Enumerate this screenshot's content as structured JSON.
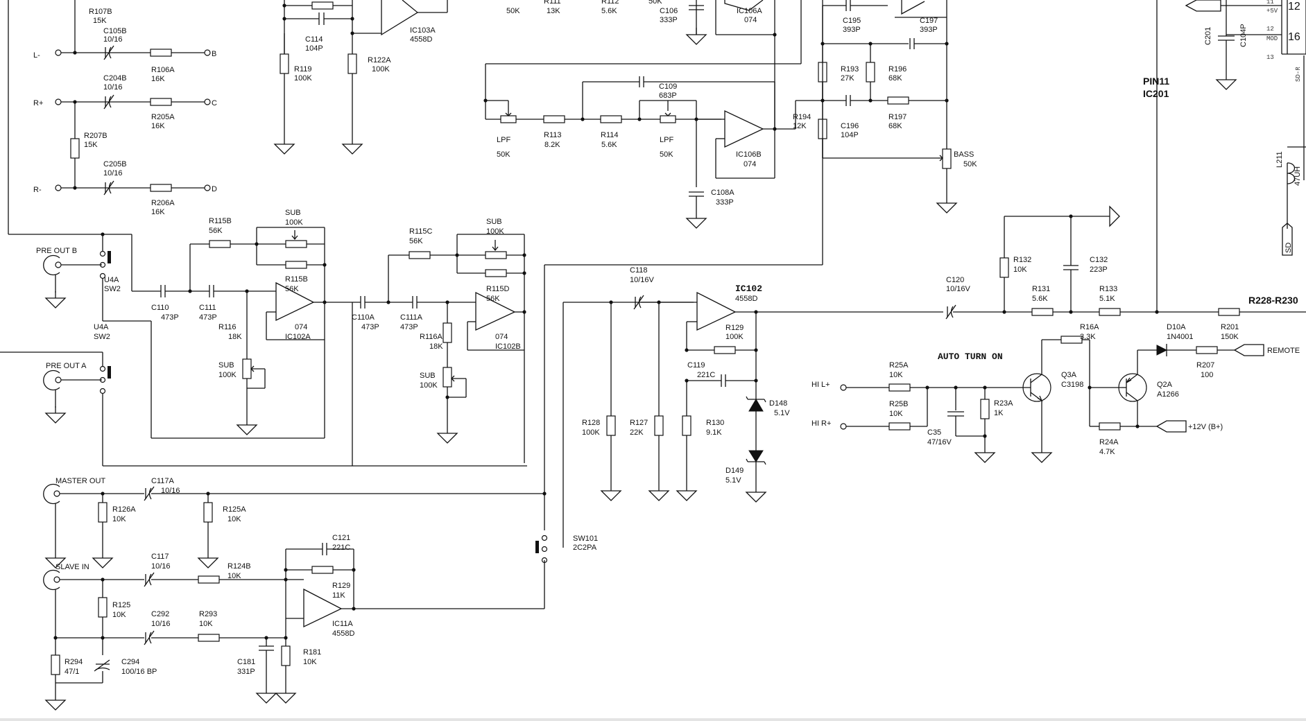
{
  "labels": {
    "l_minus": "L-",
    "r_plus": "R+",
    "r_minus": "R-",
    "out_b": "B",
    "out_c": "C",
    "out_d": "D",
    "r107b": "R107B",
    "r107b_val": "15K",
    "c105b": "C105B",
    "c105b_val": "10/16",
    "r106a": "R106A",
    "r106a_val": "16K",
    "c204b": "C204B",
    "c204b_val": "10/16",
    "r205a": "R205A",
    "r205a_val": "16K",
    "r207b": "R207B",
    "r207b_val": "15K",
    "c205b": "C205B",
    "c205b_val": "10/16",
    "r206a": "R206A",
    "r206a_val": "16K",
    "c114": "C114",
    "c114_val": "104P",
    "r119": "R119",
    "r119_val": "100K",
    "r122a": "R122A",
    "r122a_val": "100K",
    "ic103a": "IC103A",
    "ic103a_val": "4558D",
    "r111": "R111",
    "r111_val": "13K",
    "r112": "R112",
    "r112_val": "5.6K",
    "v50k_a": "50K",
    "v50k_b": "50K",
    "c106": "C106",
    "c106_val": "333P",
    "ic106a": "IC106A",
    "ic106a_val": "074",
    "c195": "C195",
    "c195_val": "393P",
    "c197": "C197",
    "c197_val": "393P",
    "r193": "R193",
    "r193_val": "27K",
    "r196": "R196",
    "r196_val": "68K",
    "r194": "R194",
    "r194_val": "12K",
    "c196": "C196",
    "c196_val": "104P",
    "r197": "R197",
    "r197_val": "68K",
    "bass": "BASS",
    "bass_val": "50K",
    "c109": "C109",
    "c109_val": "683P",
    "lpf1": "LPF",
    "lpf1_val": "50K",
    "r113": "R113",
    "r113_val": "8.2K",
    "r114": "R114",
    "r114_val": "5.6K",
    "lpf2": "LPF",
    "lpf2_val": "50K",
    "ic106b": "IC106B",
    "ic106b_val": "074",
    "c108a": "C108A",
    "c108a_val": "333P",
    "pre_out_b": "PRE OUT B",
    "pre_out_a": "PRE OUT A",
    "u4a_1": "U4A",
    "sw2_1": "SW2",
    "u4a_2": "U4A",
    "sw2_2": "SW2",
    "r115b": "R115B",
    "r115b_val": "56K",
    "sub1": "SUB",
    "sub1_val": "100K",
    "r115b2": "R115B",
    "r115b2_val": "56K",
    "c110": "C110",
    "c110_val": "473P",
    "c111": "C111",
    "c111_val": "473P",
    "r116": "R116",
    "r116_val": "18K",
    "ic102a_num": "074",
    "ic102a": "IC102A",
    "sub2": "SUB",
    "sub2_val": "100K",
    "r115c": "R115C",
    "r115c_val": "56K",
    "sub3": "SUB",
    "sub3_val": "100K",
    "r115d": "R115D",
    "r115d_val": "56K",
    "c110a": "C110A",
    "c110a_val": "473P",
    "c111a": "C111A",
    "c111a_val": "473P",
    "r116a": "R116A",
    "r116a_val": "18K",
    "ic102b_num": "074",
    "ic102b": "IC102B",
    "sub4": "SUB",
    "sub4_val": "100K",
    "c118": "C118",
    "c118_val": "10/16V",
    "ic102": "IC102",
    "ic102_val": "4558D",
    "r129a": "R129",
    "r129a_val": "100K",
    "c119": "C119",
    "c119_val": "221C",
    "d148": "D148",
    "d148_val": "5.1V",
    "d149": "D149",
    "d149_val": "5.1V",
    "r128": "R128",
    "r128_val": "100K",
    "r127": "R127",
    "r127_val": "22K",
    "r130": "R130",
    "r130_val": "9.1K",
    "c120": "C120",
    "c120_val": "10/16V",
    "r132": "R132",
    "r132_val": "10K",
    "c132": "C132",
    "c132_val": "223P",
    "r131": "R131",
    "r131_val": "5.6K",
    "r133": "R133",
    "r133_val": "5.1K",
    "pin11": "PIN11",
    "ic201": "IC201",
    "r228_r230": "R228-R230",
    "r201": "R201",
    "r201_val": "150K",
    "d10a": "D10A",
    "d10a_val": "1N4001",
    "remote": "REMOTE",
    "r207": "R207",
    "r207_val": "100",
    "auto_turn_on": "AUTO TURN ON",
    "r16a": "R16A",
    "r16a_val": "3.3K",
    "q3a": "Q3A",
    "q3a_val": "C3198",
    "q2a": "Q2A",
    "q2a_val": "A1266",
    "hi_l": "HI L+",
    "hi_r": "HI R+",
    "r25a": "R25A",
    "r25a_val": "10K",
    "r25b": "R25B",
    "r25b_val": "10K",
    "r23a": "R23A",
    "r23a_val": "1K",
    "c35": "C35",
    "c35_val": "47/16V",
    "r24a": "R24A",
    "r24a_val": "4.7K",
    "v12b": "+12V (B+)",
    "master_out": "MASTER OUT",
    "c117a": "C117A",
    "c117a_val": "10/16",
    "r126a": "R126A",
    "r126a_val": "10K",
    "r125a": "R125A",
    "r125a_val": "10K",
    "slave_in": "SLAVE IN",
    "c117": "C117",
    "c117_val": "10/16",
    "r124b": "R124B",
    "r124b_val": "10K",
    "c121": "C121",
    "c121_val": "221C",
    "r129b": "R129",
    "r129b_val": "11K",
    "ic11a": "IC11A",
    "ic11a_val": "4558D",
    "r125": "R125",
    "r125_val": "10K",
    "c292": "C292",
    "c292_val": "10/16",
    "r293": "R293",
    "r293_val": "10K",
    "r294": "R294",
    "r294_val": "47/1",
    "c294": "C294",
    "c294_val": "100/16 BP",
    "c181": "C181",
    "c181_val": "331P",
    "r181": "R181",
    "r181_val": "10K",
    "sw101": "SW101",
    "sw101_val": "2C2PA",
    "c201": "C201",
    "c104p": "C104P",
    "l211": "L211",
    "l211_val": "47UH",
    "sd": "SD",
    "pin11_edge": "11",
    "plus5v": "+5V",
    "pin12_edge": "12",
    "mod": "MOD",
    "sdr": "SD-R",
    "pin13": "13",
    "big12": "12",
    "big16": "16"
  }
}
